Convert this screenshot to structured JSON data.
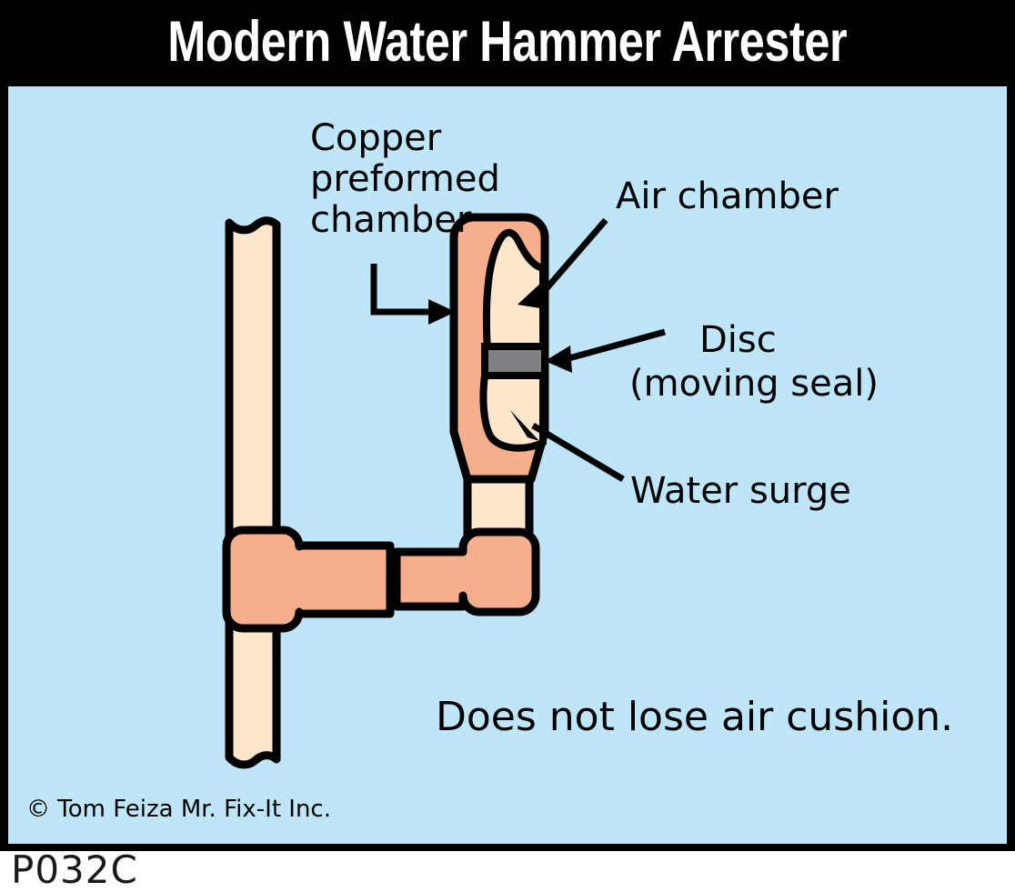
{
  "title": {
    "text": "Modern Water Hammer Arrester",
    "color": "#ffffff",
    "background": "#000000"
  },
  "panel": {
    "background": "#bfe5f8",
    "border_color": "#000000"
  },
  "colors": {
    "background_blue": "#bfe5f8",
    "copper": "#f6ae8c",
    "water_cream": "#ffe7ce",
    "disc_gray": "#808184",
    "outline": "#000000",
    "title_bar": "#000000"
  },
  "labels": {
    "copper_chamber": {
      "line1": "Copper",
      "line2": "preformed",
      "line3": "chamber"
    },
    "air_chamber": "Air chamber",
    "disc_line1": "Disc",
    "disc_line2": "(moving seal)",
    "water_surge": "Water surge",
    "caption": "Does not lose air cushion.",
    "credit": "© Tom Feiza Mr. Fix-It Inc."
  },
  "code": "P032C",
  "diagram": {
    "type": "plumbing-cross-section",
    "parts": [
      {
        "name": "supply-pipe-vertical",
        "material": "water",
        "note": "broken ends top and bottom"
      },
      {
        "name": "tee-fitting",
        "material": "copper"
      },
      {
        "name": "horizontal-pipe-run",
        "material": "water"
      },
      {
        "name": "elbow-fitting",
        "material": "copper"
      },
      {
        "name": "riser-to-arrester",
        "material": "water"
      },
      {
        "name": "arrester-body",
        "material": "copper"
      },
      {
        "name": "air-chamber-cavity",
        "material": "air"
      },
      {
        "name": "disc-moving-seal",
        "material": "seal"
      },
      {
        "name": "water-surge-cavity",
        "material": "water"
      }
    ]
  }
}
